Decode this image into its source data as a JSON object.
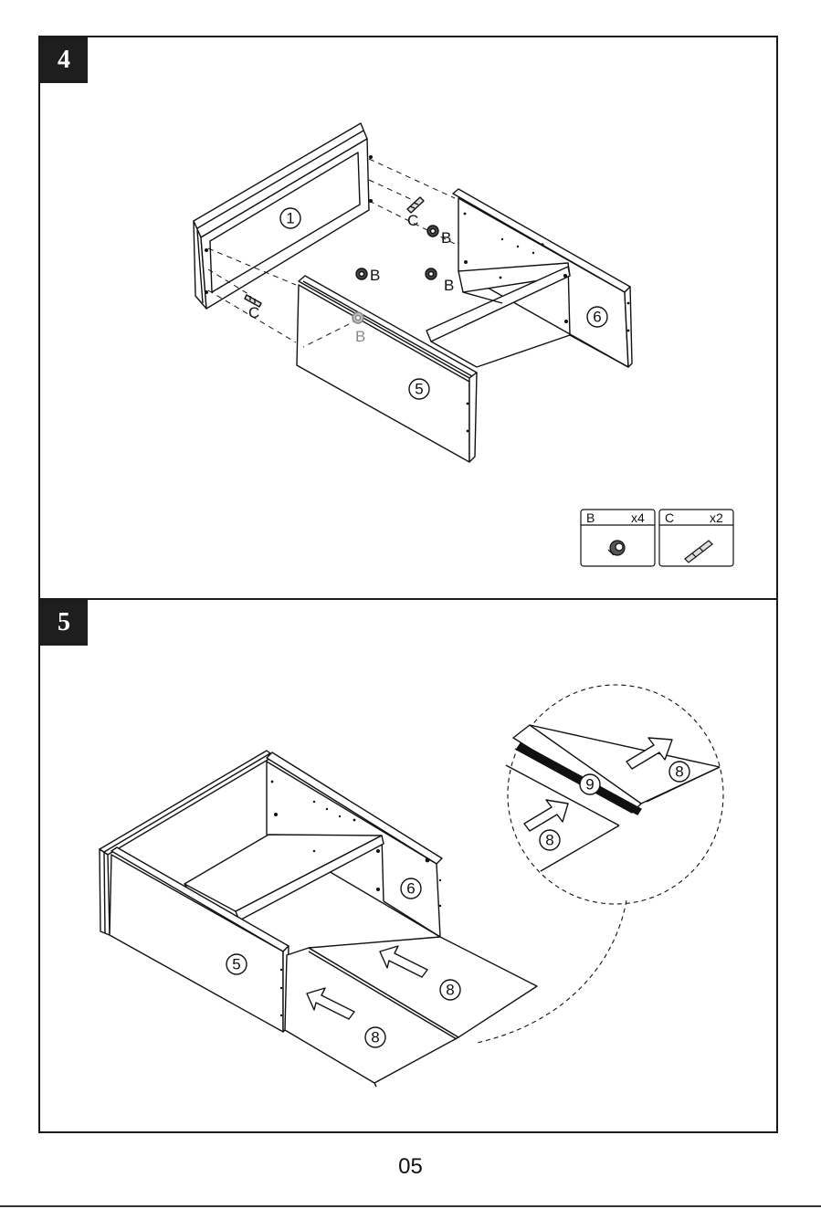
{
  "page_number": "05",
  "step4": {
    "step_number": "4",
    "part_labels": {
      "p1": "1",
      "p5": "5",
      "p6": "6"
    },
    "hardware_callouts": {
      "b": "B",
      "c": "C"
    },
    "hardware_legend": [
      {
        "letter": "B",
        "qty": "x4",
        "icon": "cam-lock-icon"
      },
      {
        "letter": "C",
        "qty": "x2",
        "icon": "dowel-icon"
      }
    ]
  },
  "step5": {
    "step_number": "5",
    "part_labels": {
      "p5": "5",
      "p6": "6",
      "p8": "8",
      "p9": "9"
    }
  }
}
